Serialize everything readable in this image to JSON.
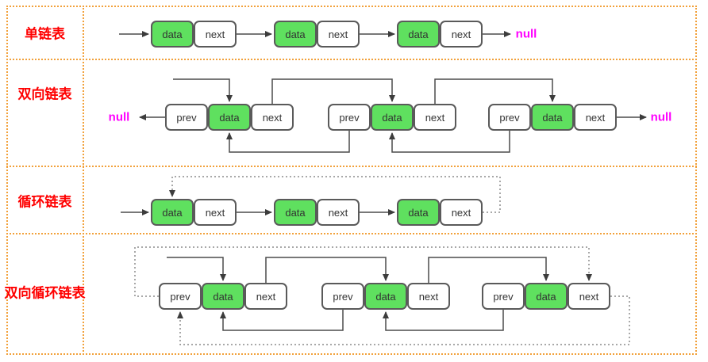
{
  "rows": [
    {
      "label": "单链表",
      "nodes": [
        [
          "data",
          "next"
        ],
        [
          "data",
          "next"
        ],
        [
          "data",
          "next"
        ]
      ],
      "null_right": "null"
    },
    {
      "label": "双向链表",
      "nodes": [
        [
          "prev",
          "data",
          "next"
        ],
        [
          "prev",
          "data",
          "next"
        ],
        [
          "prev",
          "data",
          "next"
        ]
      ],
      "null_left": "null",
      "null_right": "null"
    },
    {
      "label": "循环链表",
      "nodes": [
        [
          "data",
          "next"
        ],
        [
          "data",
          "next"
        ],
        [
          "data",
          "next"
        ]
      ]
    },
    {
      "label": "双向循环链表",
      "nodes": [
        [
          "prev",
          "data",
          "next"
        ],
        [
          "prev",
          "data",
          "next"
        ],
        [
          "prev",
          "data",
          "next"
        ]
      ]
    }
  ],
  "colors": {
    "frame_border": "#F2A13B",
    "row_label": "#FF0000",
    "null_text": "#FF00FF",
    "data_cell_fill": "#5FE05F",
    "cell_border": "#5A5A5A",
    "solid_link": "#4C4C4C",
    "dotted_link": "#8C8C8C"
  }
}
